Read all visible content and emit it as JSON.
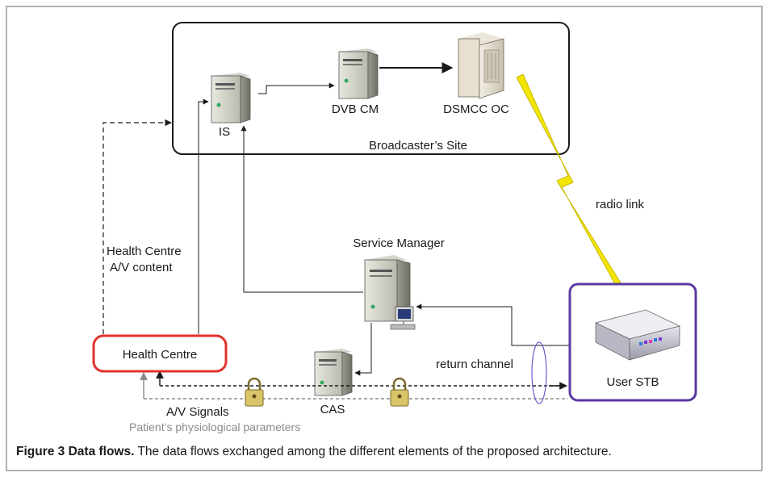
{
  "labels": {
    "is": "IS",
    "dvb_cm": "DVB CM",
    "dsmcc_oc": "DSMCC OC",
    "broadcasters_site": "Broadcaster’s Site",
    "radio_link": "radio link",
    "service_manager": "Service Manager",
    "health_centre_content_line1": "Health Centre",
    "health_centre_content_line2": "A/V content",
    "health_centre": "Health Centre",
    "return_channel": "return channel",
    "user_stb": "User STB",
    "cas": "CAS",
    "av_signals": "A/V Signals",
    "patient_params": "Patient’s physiological parameters"
  },
  "caption": {
    "title": "Figure 3 Data flows.",
    "text": " The data flows exchanged among the different elements of the proposed architecture."
  },
  "colors": {
    "health_centre_border": "#e0332a",
    "user_stb_border": "#5b3a9e",
    "radio_link": "#f2e600",
    "return_ellipse": "#6a5acd",
    "gray_flow": "#8a8a8a",
    "frame": "#555555"
  }
}
